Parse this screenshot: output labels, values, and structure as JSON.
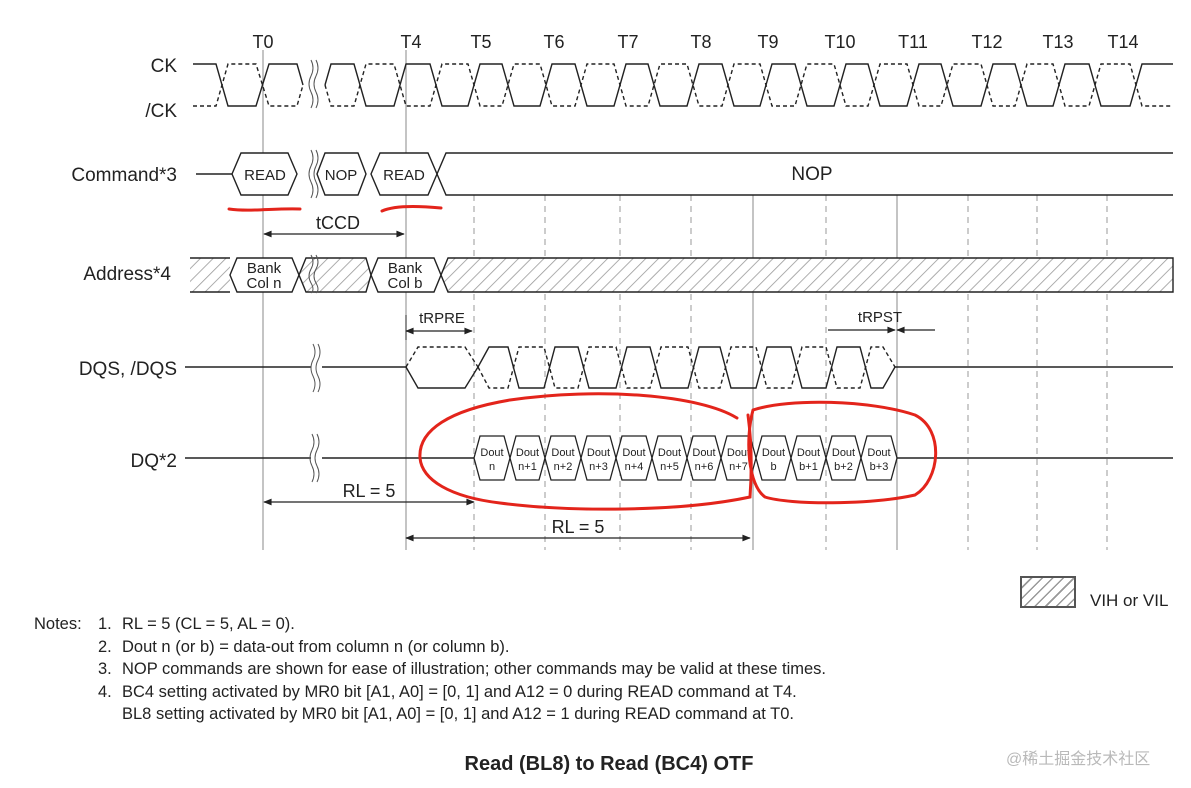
{
  "clock_ticks": [
    "T0",
    "T4",
    "T5",
    "T6",
    "T7",
    "T8",
    "T9",
    "T10",
    "T11",
    "T12",
    "T13",
    "T14"
  ],
  "signals": {
    "ck": "CK",
    "ck_n": "/CK",
    "command": "Command*3",
    "address": "Address*4",
    "dqs": "DQS, /DQS",
    "dq": "DQ*2"
  },
  "commands": [
    "READ",
    "NOP",
    "READ",
    "NOP"
  ],
  "address_values": [
    {
      "line1": "Bank",
      "line2": "Col n"
    },
    {
      "line1": "Bank",
      "line2": "Col b"
    }
  ],
  "timings": {
    "tccd": "tCCD",
    "trpre": "tRPRE",
    "trpst": "tRPST",
    "rl_first": "RL = 5",
    "rl_second": "RL = 5"
  },
  "dq_bursts": [
    {
      "line1": "Dout",
      "line2": "n"
    },
    {
      "line1": "Dout",
      "line2": "n+1"
    },
    {
      "line1": "Dout",
      "line2": "n+2"
    },
    {
      "line1": "Dout",
      "line2": "n+3"
    },
    {
      "line1": "Dout",
      "line2": "n+4"
    },
    {
      "line1": "Dout",
      "line2": "n+5"
    },
    {
      "line1": "Dout",
      "line2": "n+6"
    },
    {
      "line1": "Dout",
      "line2": "n+7"
    },
    {
      "line1": "Dout",
      "line2": "b"
    },
    {
      "line1": "Dout",
      "line2": "b+1"
    },
    {
      "line1": "Dout",
      "line2": "b+2"
    },
    {
      "line1": "Dout",
      "line2": "b+3"
    }
  ],
  "legend": "VIH or VIL",
  "notes": {
    "lead": "Notes:",
    "items": [
      {
        "num": "1.",
        "text": "RL = 5 (CL = 5, AL = 0)."
      },
      {
        "num": "2.",
        "text": "Dout n (or b) = data-out from column n (or column b)."
      },
      {
        "num": "3.",
        "text": "NOP commands are shown for ease of illustration; other commands may be valid at these times."
      },
      {
        "num": "4.",
        "text": "BC4 setting activated by MR0 bit [A1, A0] = [0, 1] and A12 = 0 during READ command at T4."
      },
      {
        "num": "",
        "text": "BL8 setting activated by MR0 bit [A1, A0] = [0, 1] and A12 = 1 during READ command at T0."
      }
    ]
  },
  "title": "Read (BL8) to Read (BC4) OTF",
  "watermark": "@稀土掘金技术社区",
  "colors": {
    "ink": "#222222",
    "annotation": "#e3241b",
    "hatch": "#999999"
  }
}
